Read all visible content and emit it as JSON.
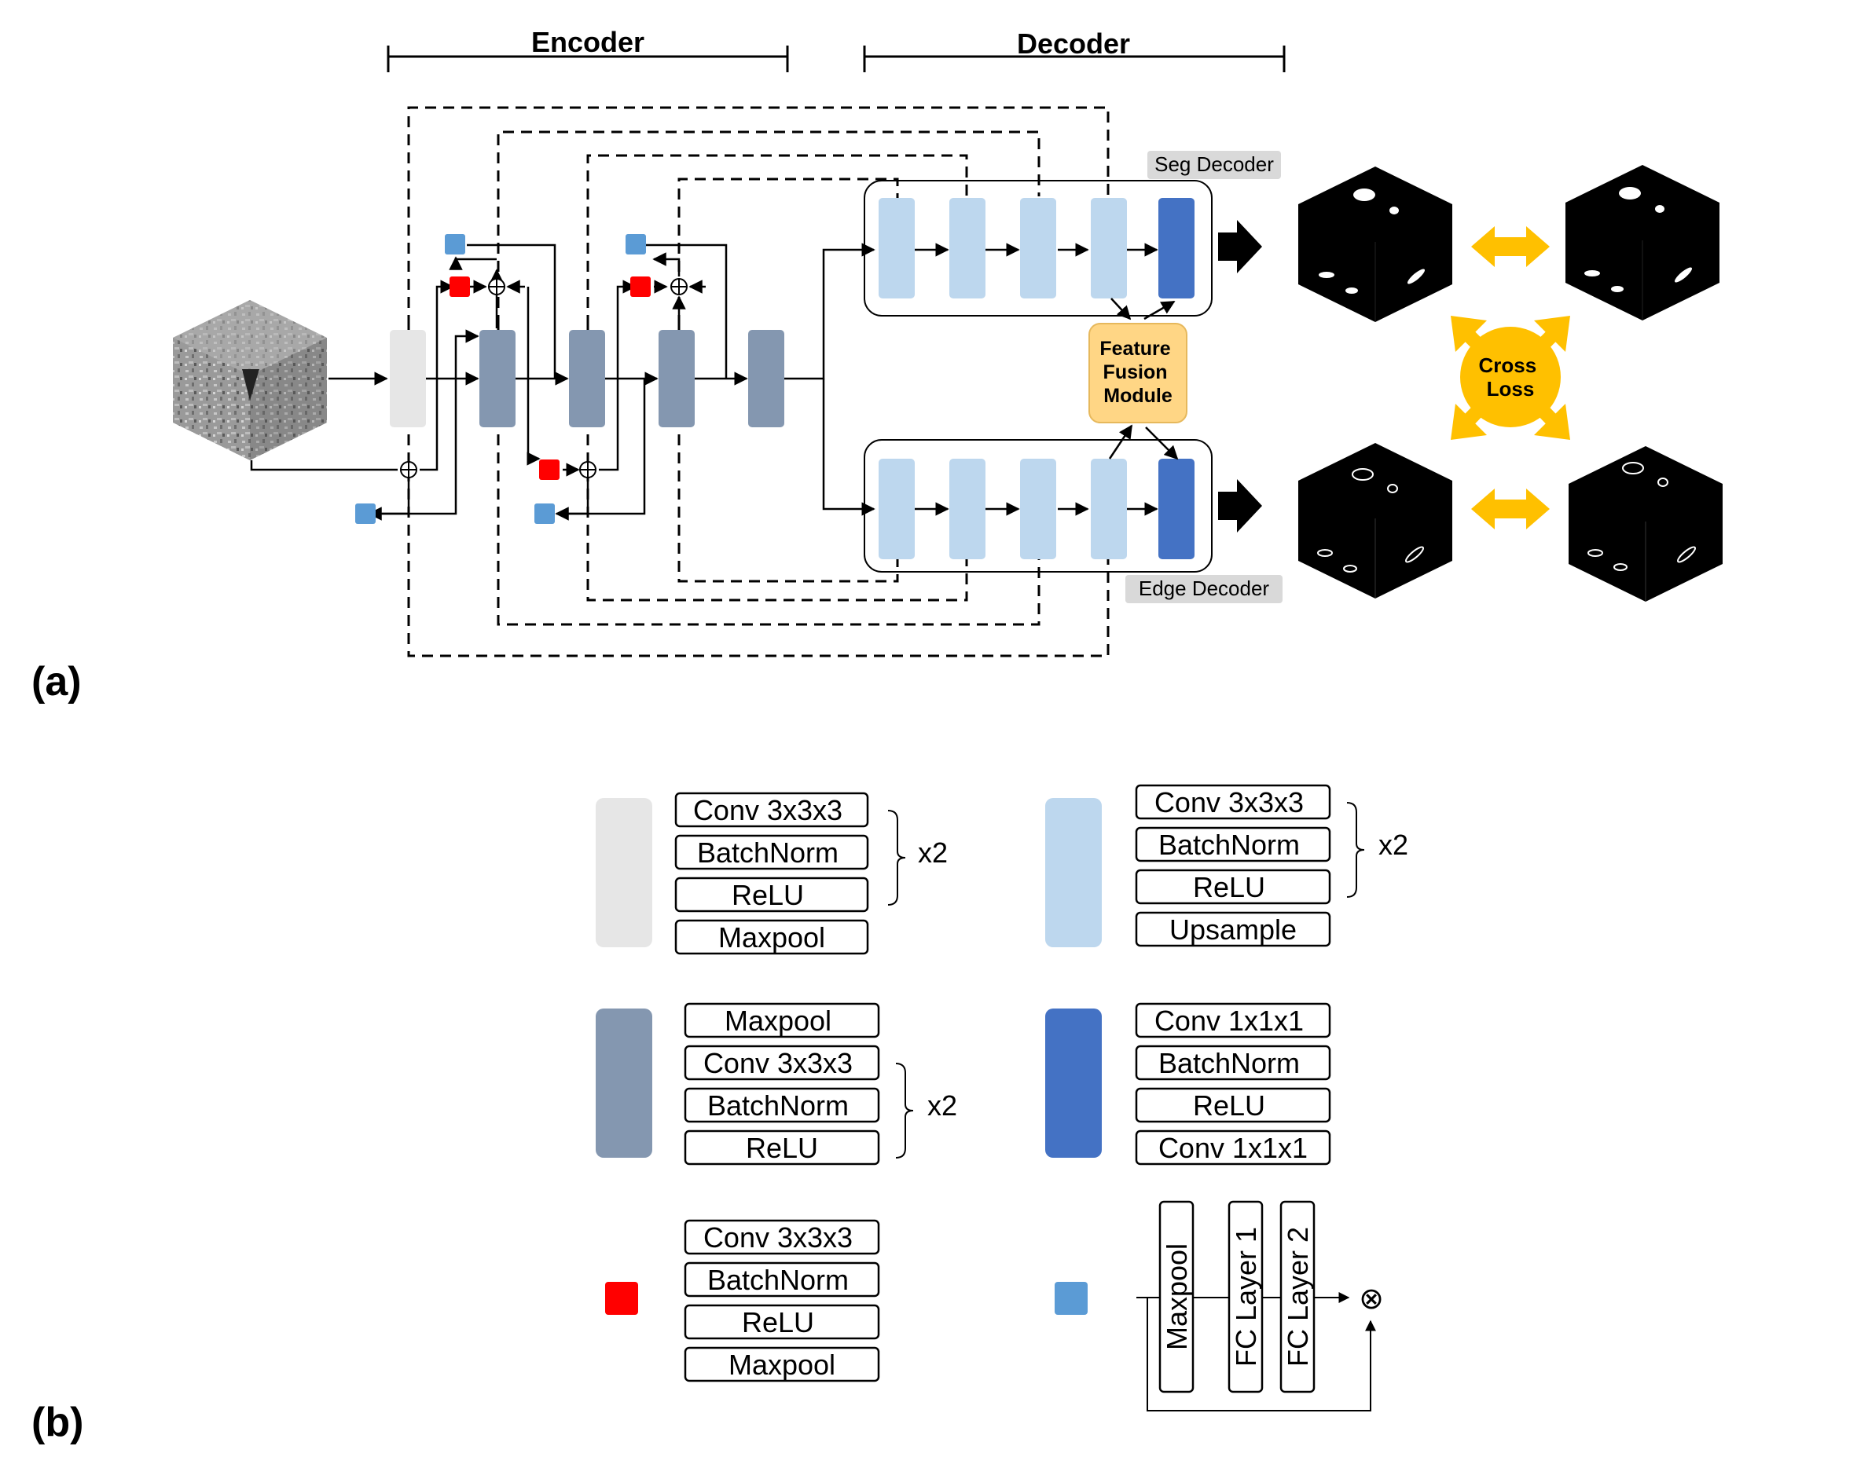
{
  "part_a": {
    "label": "(a)",
    "encoder_label": "Encoder",
    "decoder_label": "Decoder",
    "seg_decoder_label": "Seg Decoder",
    "edge_decoder_label": "Edge Decoder",
    "fusion_module": [
      "Feature",
      "Fusion",
      "Module"
    ],
    "cross_loss": [
      "Cross",
      "Loss"
    ]
  },
  "part_b": {
    "label": "(b)",
    "legend": {
      "input_block": {
        "layers": [
          "Conv 3x3x3",
          "BatchNorm",
          "ReLU",
          "Maxpool"
        ],
        "repeat": "x2"
      },
      "decoder_block": {
        "layers": [
          "Conv 3x3x3",
          "BatchNorm",
          "ReLU",
          "Upsample"
        ],
        "repeat": "x2"
      },
      "encoder_block": {
        "layers": [
          "Maxpool",
          "Conv 3x3x3",
          "BatchNorm",
          "ReLU"
        ],
        "repeat": "x2"
      },
      "output_block": {
        "layers": [
          "Conv 1x1x1",
          "BatchNorm",
          "ReLU",
          "Conv 1x1x1"
        ]
      },
      "red_block": {
        "layers": [
          "Conv 3x3x3",
          "BatchNorm",
          "ReLU",
          "Maxpool"
        ]
      },
      "attention_block": {
        "layers": [
          "Maxpool",
          "FC Layer 1",
          "FC Layer 2"
        ],
        "multiply_symbol": "⊗"
      }
    }
  },
  "colors": {
    "input_gray": "#E6E6E6",
    "encoder_slate": "#8497B0",
    "decoder_light": "#BDD7EE",
    "output_blue": "#4472C4",
    "red": "#FF0000",
    "attention_blue": "#5B9BD5",
    "fusion_fill": "#FFD685",
    "loss_gold": "#FFC000"
  }
}
